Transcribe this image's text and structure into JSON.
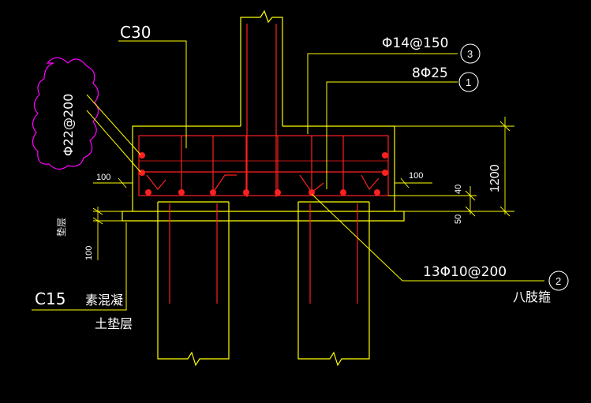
{
  "colors": {
    "background": "#000000",
    "outline": "#ffff00",
    "rebar": "#ff2020",
    "stirrup": "#ff2020",
    "leader": "#ffff00",
    "cloud": "#ff00ff",
    "marker": "#ffffff"
  },
  "labels": {
    "beam_concrete_grade": "C30",
    "pad_concrete_grade": "C15",
    "pad_material_line1": "素混凝",
    "pad_material_line2": "土垫层",
    "side_bar_spec": "Φ22@200",
    "stirrup_spacing_spec": "Φ14@150",
    "main_bar_spec": "8Φ25",
    "leg_stirrup_spec": "13Φ10@200",
    "leg_stirrup_type": "八肢箍",
    "pad_thickness_label": "100",
    "pad_note": "垫层"
  },
  "dimensions": {
    "left_offset": "100",
    "right_offset": "100",
    "beam_height": "1200",
    "top_cover": "40",
    "bottom_cover": "50",
    "pad_thickness": "100"
  },
  "callouts": [
    {
      "id": "callout-3",
      "number": "3"
    },
    {
      "id": "callout-1",
      "number": "1"
    },
    {
      "id": "callout-2",
      "number": "2"
    }
  ]
}
